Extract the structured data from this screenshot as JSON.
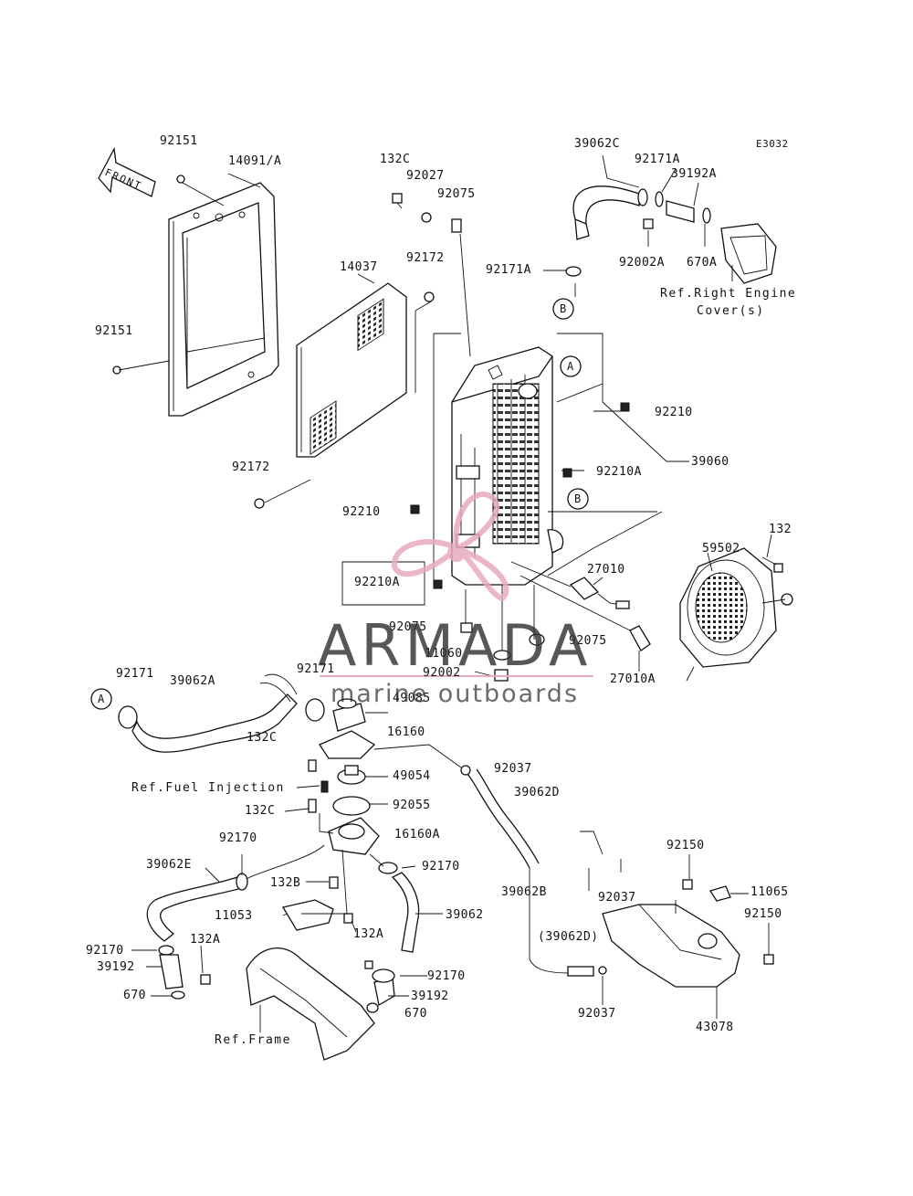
{
  "diagram": {
    "code": "E3032",
    "front_arrow": "FRONT",
    "part_numbers": [
      "92151",
      "14091/A",
      "132C",
      "92027",
      "92075",
      "39062C",
      "92171A",
      "39192A",
      "92002A",
      "670A",
      "92171A",
      "14037",
      "92172",
      "92151",
      "92210",
      "39060",
      "92210A",
      "92172",
      "92210",
      "92210A",
      "132",
      "59502",
      "27010",
      "92075",
      "92075",
      "11060",
      "92002",
      "27010A",
      "92171",
      "39062A",
      "92171",
      "49085",
      "132C",
      "16160",
      "92037",
      "49054",
      "39062D",
      "92055",
      "132C",
      "16160A",
      "92170",
      "39062E",
      "92170",
      "132B",
      "92150",
      "11065",
      "92150",
      "39062B",
      "92037",
      "11053",
      "132A",
      "39062",
      "92170",
      "132A",
      "39192",
      "670",
      "92170",
      "39192",
      "670",
      "(39062D)",
      "92037",
      "43078"
    ],
    "references": [
      "Ref.Right Engine",
      "Cover(s)",
      "Ref.Fuel Injection",
      "Ref.Frame"
    ],
    "callouts": [
      "A",
      "B",
      "B",
      "A"
    ]
  },
  "watermark": {
    "brand": "ARMADA",
    "tagline": "marine outboards",
    "accent_color": "#e8a9c1"
  }
}
